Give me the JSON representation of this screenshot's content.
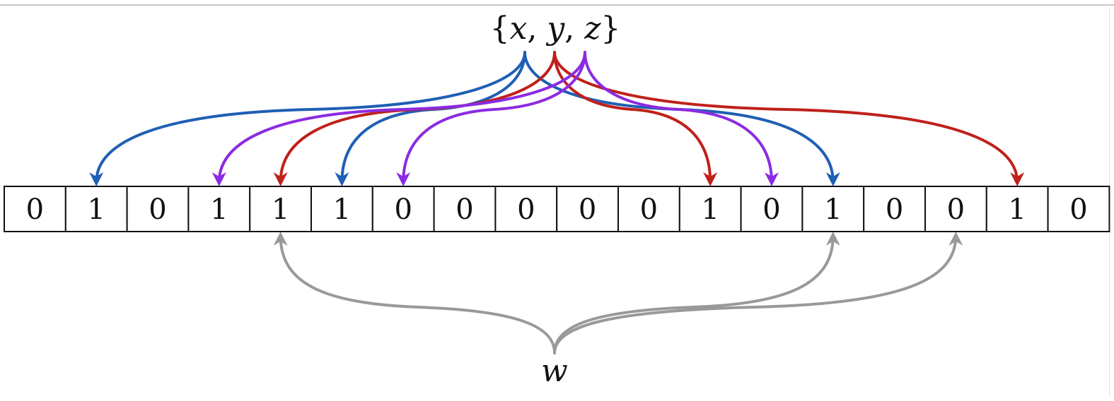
{
  "set_label": {
    "open": "{",
    "x": "x",
    "sep1": ", ",
    "y": "y",
    "sep2": ", ",
    "z": "z",
    "close": "}"
  },
  "query_label": "w",
  "bits": [
    "0",
    "1",
    "0",
    "1",
    "1",
    "1",
    "0",
    "0",
    "0",
    "0",
    "0",
    "1",
    "0",
    "1",
    "0",
    "0",
    "1",
    "0"
  ],
  "colors": {
    "x": "#1f5fb4",
    "y": "#c0201a",
    "z": "#8b2be2",
    "w": "#999999"
  },
  "mappings": [
    {
      "element": "x",
      "color_key": "x",
      "target_cells": [
        1,
        5,
        13
      ]
    },
    {
      "element": "y",
      "color_key": "y",
      "target_cells": [
        4,
        11,
        16
      ]
    },
    {
      "element": "z",
      "color_key": "z",
      "target_cells": [
        3,
        6,
        12
      ]
    },
    {
      "element": "w",
      "color_key": "w",
      "target_cells": [
        4,
        13,
        15
      ]
    }
  ]
}
